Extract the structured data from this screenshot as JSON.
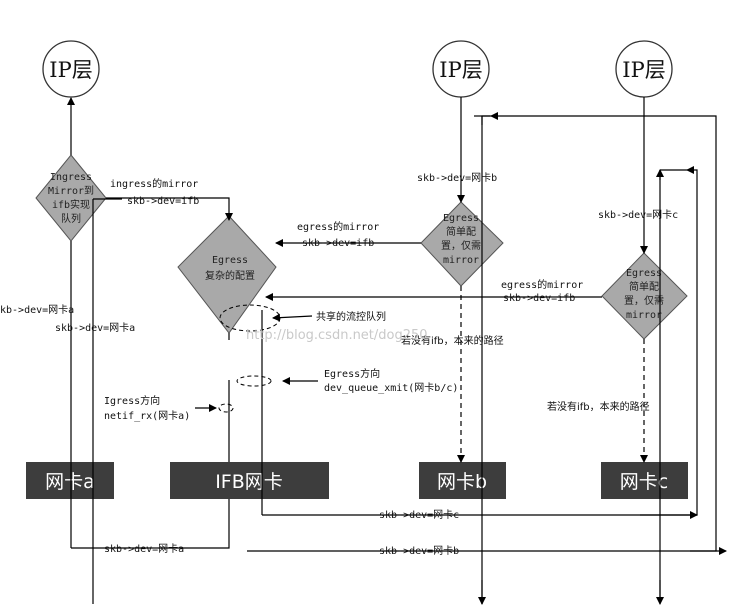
{
  "nodes": {
    "ip1": "IP层",
    "ip2": "IP层",
    "ip3": "IP层"
  },
  "diamonds": {
    "ingress": [
      "Ingress",
      "Mirror到",
      "ifb实现",
      "队列"
    ],
    "egress_complex": [
      "Egress",
      "复杂的配置"
    ],
    "egress_b": [
      "Egress",
      "简单配",
      "置，仅需",
      "mirror"
    ],
    "egress_c": [
      "Egress",
      "简单配",
      "置，仅需",
      "mirror"
    ]
  },
  "nics": {
    "a": "网卡a",
    "ifb": "IFB网卡",
    "b": "网卡b",
    "c": "网卡c"
  },
  "labels": {
    "ingress_mirror": "ingress的mirror",
    "ingress_dev_ifb": "skb->dev=ifb",
    "skb_dev_b_top": "skb->dev=网卡b",
    "skb_dev_c_top": "skb->dev=网卡c",
    "egress_mirror_b": "egress的mirror",
    "egress_dev_ifb_b": "skb->dev=ifb",
    "egress_mirror_c": "egress的mirror",
    "egress_dev_ifb_c": "skb->dev=ifb",
    "skb_dev_a_left": "kb->dev=网卡a",
    "skb_dev_a_mid": "skb->dev=网卡a",
    "shared_queue": "共享的流控队列",
    "no_ifb_b": "若没有ifb，本来的路径",
    "no_ifb_c": "若没有ifb，本来的路径",
    "egress_dir": "Egress方向",
    "dev_queue_xmit": "dev_queue_xmit(网卡b/c)",
    "igress_dir": "Igress方向",
    "netif_rx": "netif_rx(网卡a)",
    "skb_dev_c_bottom": "skb->dev=网卡c",
    "skb_dev_a_bottom": "skb->dev=网卡a",
    "skb_dev_b_bottom": "skb->dev=网卡b",
    "watermark": "http://blog.csdn.net/dog250"
  }
}
